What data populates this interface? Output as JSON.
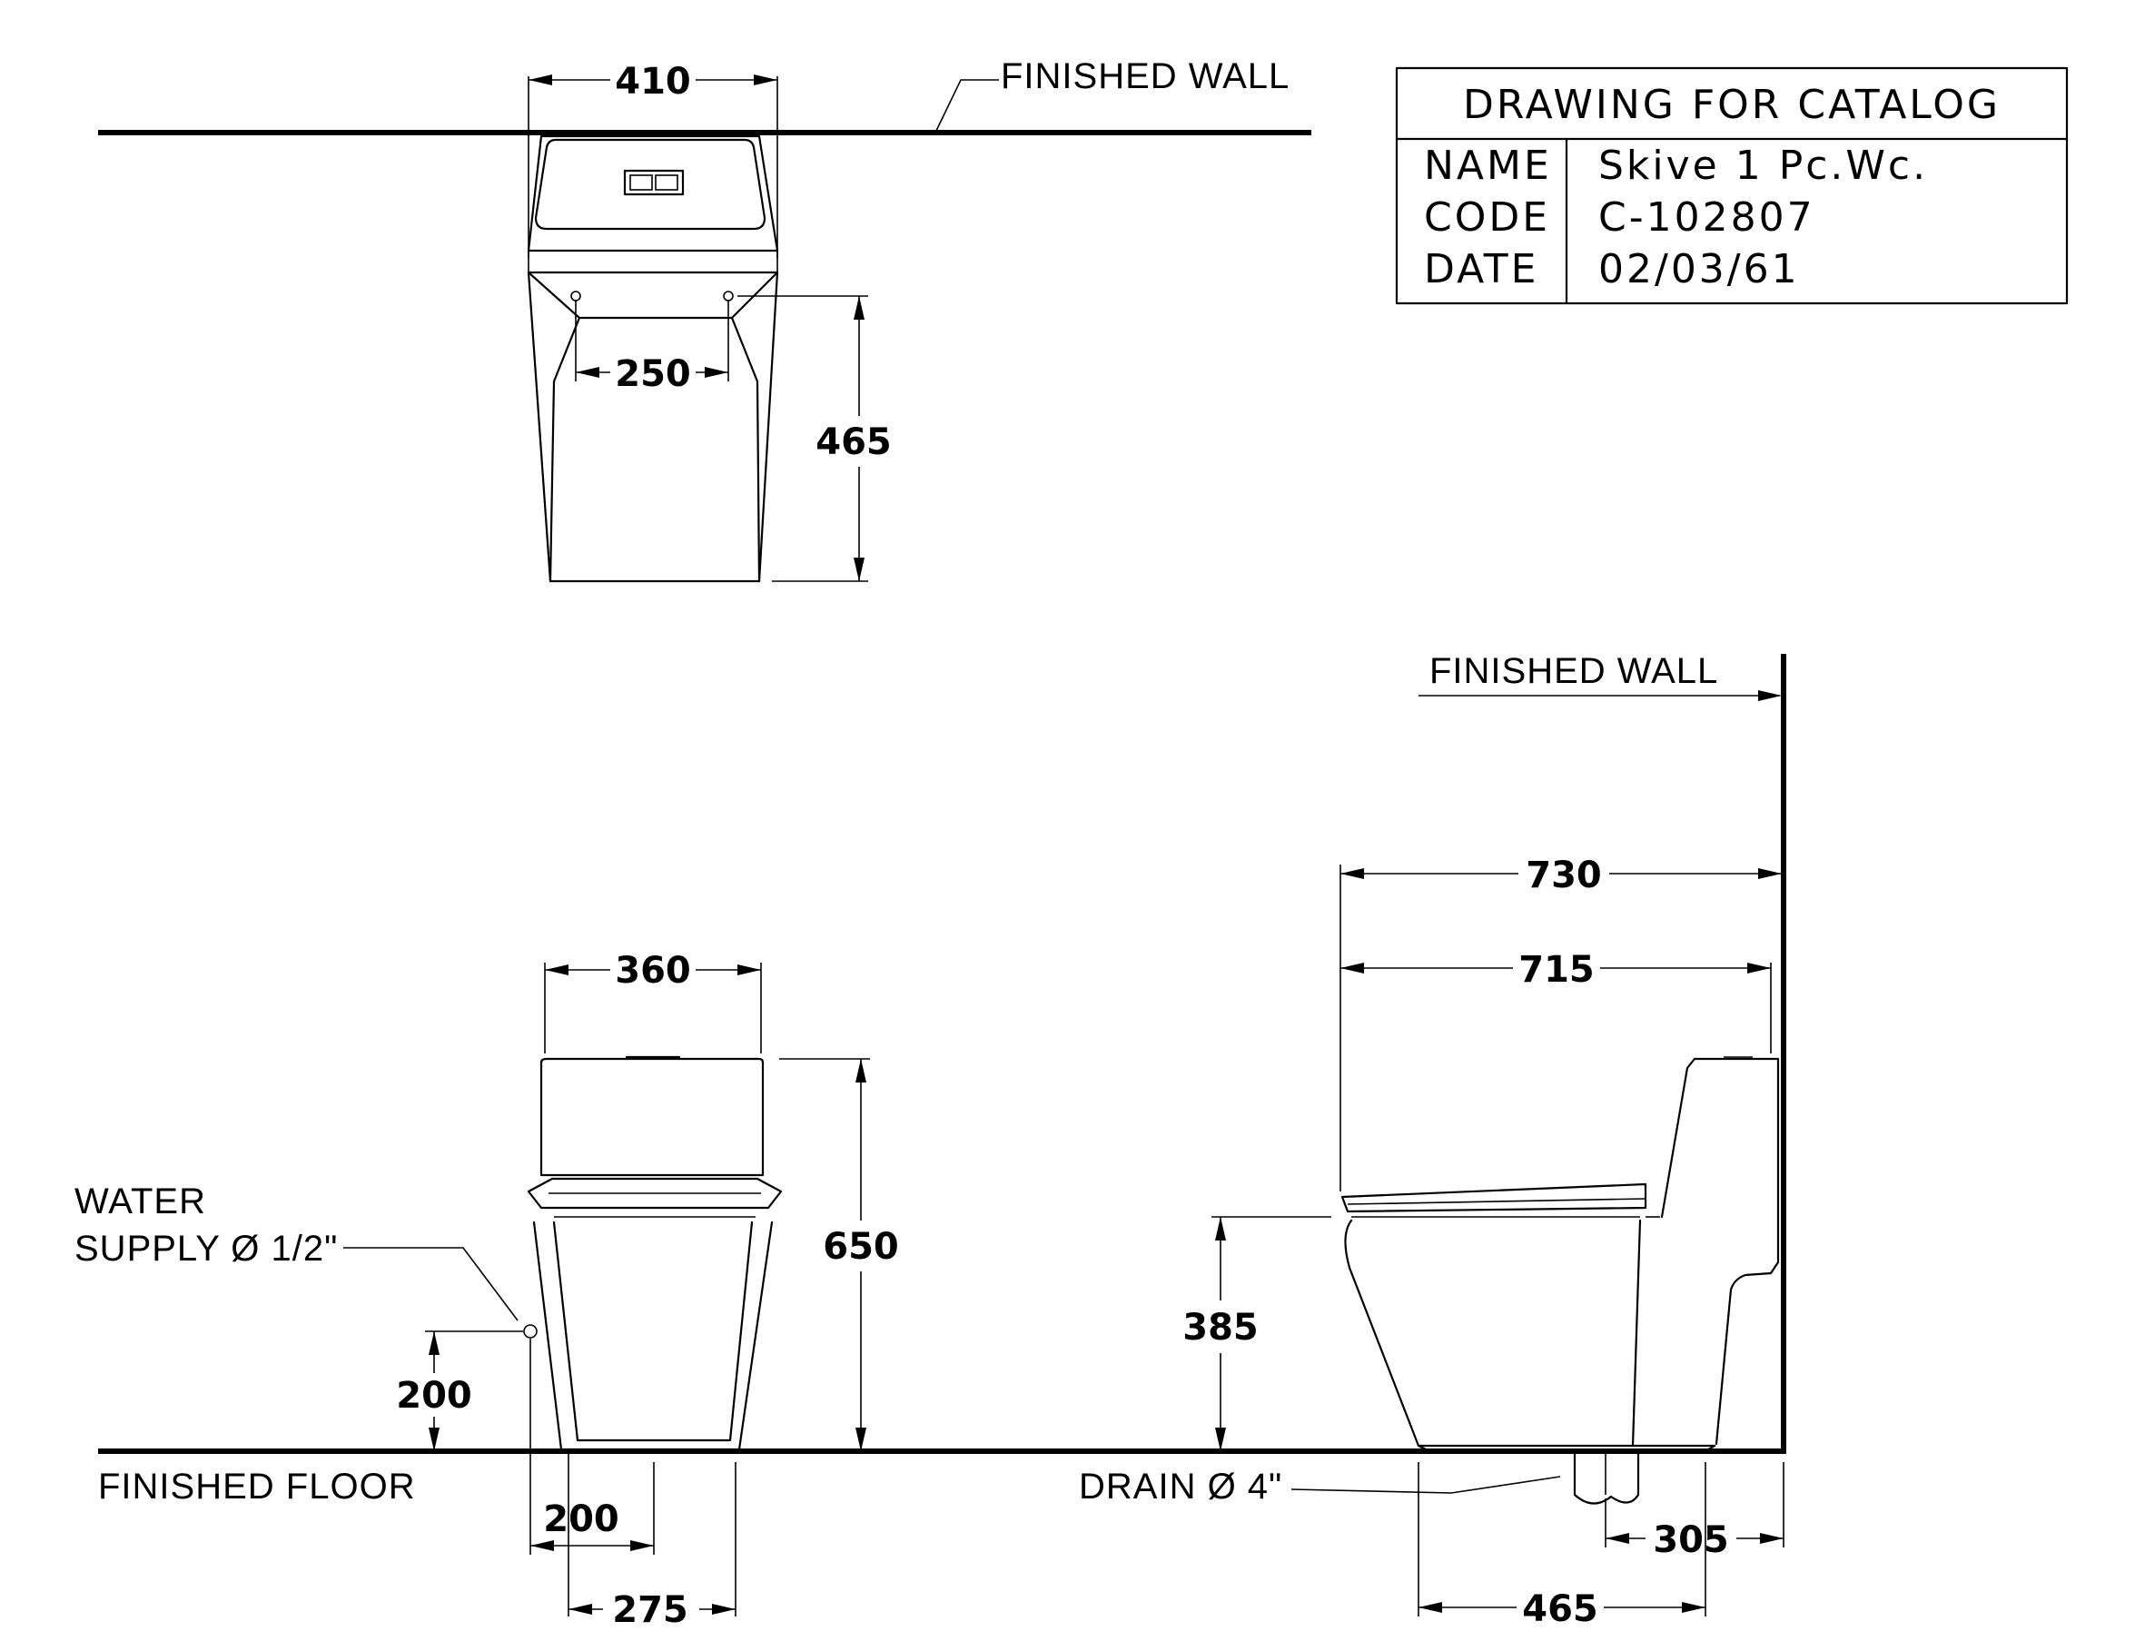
{
  "title_block": {
    "heading": "DRAWING  FOR  CATALOG",
    "name_label": "NAME",
    "name_value": "Skive  1  Pc.Wc.",
    "code_label": "CODE",
    "code_value": "C-102807",
    "date_label": "DATE",
    "date_value": " 02/03/61"
  },
  "labels": {
    "finished_wall_top": "FINISHED  WALL",
    "finished_wall_side": "FINISHED  WALL",
    "finished_floor": "FINISHED  FLOOR",
    "water_supply_line1": "WATER",
    "water_supply_line2": "SUPPLY Ø 1/2\"",
    "drain": "DRAIN Ø 4\""
  },
  "dimensions": {
    "top_width": "410",
    "top_bolt_spacing": "250",
    "top_depth": "465",
    "front_width": "360",
    "front_height": "650",
    "supply_height": "200",
    "supply_offset": "200",
    "base_width": "275",
    "side_overall": "730",
    "side_seat": "715",
    "seat_height": "385",
    "rough_in": "305",
    "base_length": "465"
  }
}
